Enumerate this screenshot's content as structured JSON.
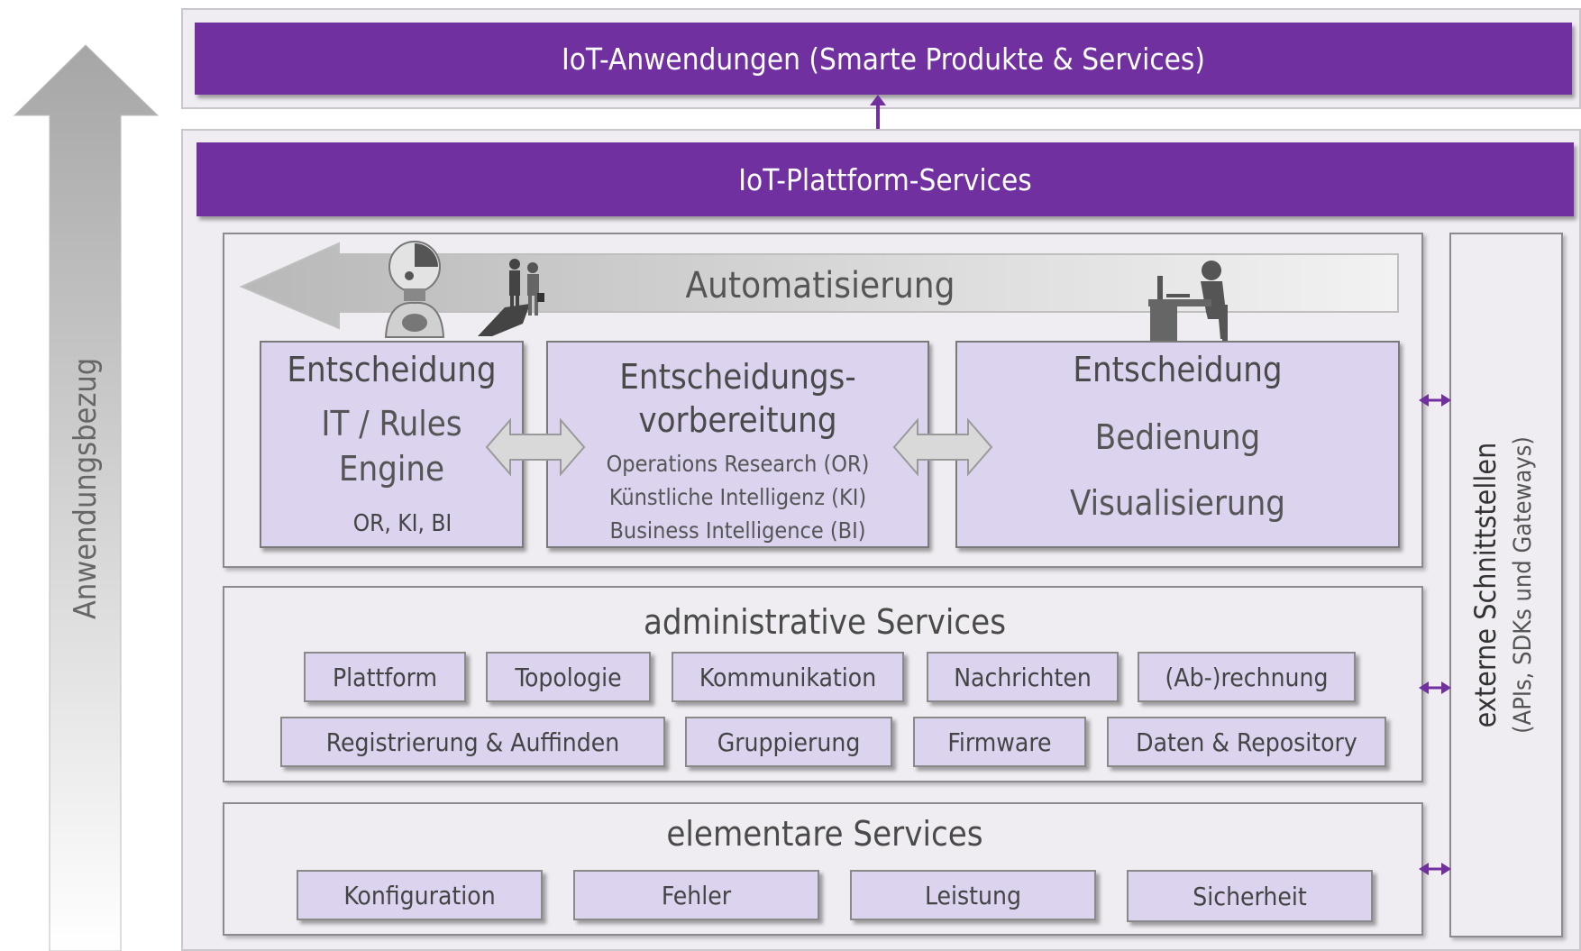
{
  "axis": {
    "label": "Anwendungsbezug"
  },
  "top_bar": {
    "label": "IoT-Anwendungen (Smarte Produkte & Services)"
  },
  "platform_bar": {
    "label": "IoT-Plattform-Services"
  },
  "automation": {
    "label": "Automatisierung"
  },
  "decision_boxes": [
    {
      "title": "Entscheidung",
      "line1": "IT / Rules",
      "line2": "Engine",
      "line3": "OR, KI, BI"
    },
    {
      "title_line1": "Entscheidungs-",
      "title_line2": "vorbereitung",
      "items": [
        "Operations Research (OR)",
        "Künstliche Intelligenz (KI)",
        "Business Intelligence (BI)"
      ]
    },
    {
      "title": "Entscheidung",
      "line1": "Bedienung",
      "line2": "Visualisierung"
    }
  ],
  "administrative": {
    "title": "administrative Services",
    "row1": [
      "Plattform",
      "Topologie",
      "Kommunikation",
      "Nachrichten",
      "(Ab-)rechnung"
    ],
    "row2": [
      "Registrierung & Auffinden",
      "Gruppierung",
      "Firmware",
      "Daten & Repository"
    ]
  },
  "elementary": {
    "title": "elementare Services",
    "items": [
      "Konfiguration",
      "Fehler",
      "Leistung",
      "Sicherheit"
    ]
  },
  "external": {
    "title": "externe Schnittstellen",
    "subtitle": "(APIs, SDKs und Gateways)"
  },
  "colors": {
    "purple": "#7030a0",
    "lavender": "#dcd3ef",
    "panel": "#efedf1"
  }
}
